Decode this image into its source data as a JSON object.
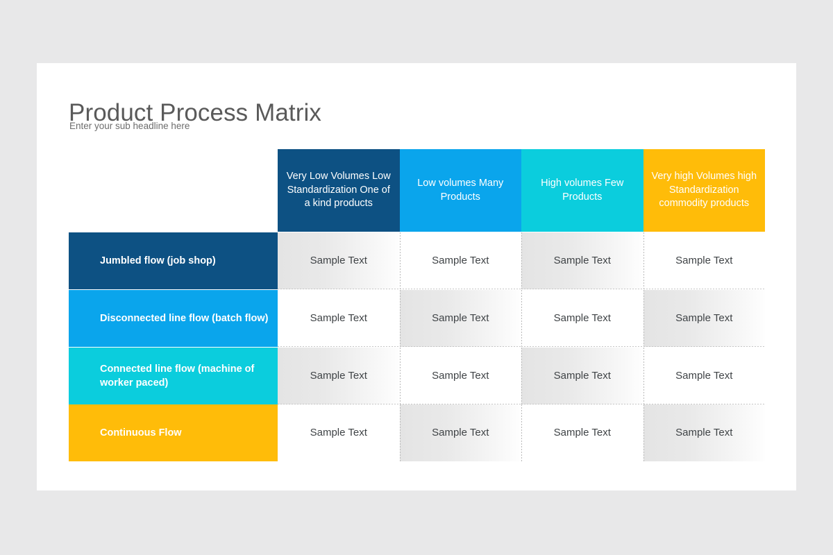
{
  "slide": {
    "title": "Product Process Matrix",
    "subtitle": "Enter your sub headline here",
    "background_color": "#e8e8e9",
    "card_color": "#ffffff"
  },
  "matrix": {
    "type": "table",
    "column_headers": [
      {
        "label": "Very Low Volumes Low Standardization One of a kind products",
        "color": "#0d5183"
      },
      {
        "label": "Low volumes Many Products",
        "color": "#0aa5ec"
      },
      {
        "label": "High volumes Few Products",
        "color": "#0bcddd"
      },
      {
        "label": "Very high Volumes high Standardization commodity products",
        "color": "#ffbc09"
      }
    ],
    "row_headers": [
      {
        "label": "Jumbled flow (job shop)",
        "color": "#0d5183"
      },
      {
        "label": "Disconnected line flow (batch flow)",
        "color": "#0aa5ec"
      },
      {
        "label": "Connected line flow (machine of worker paced)",
        "color": "#0bcddd"
      },
      {
        "label": "Continuous Flow",
        "color": "#ffbc09"
      }
    ],
    "cells": [
      [
        "Sample Text",
        "Sample Text",
        "Sample Text",
        "Sample Text"
      ],
      [
        "Sample Text",
        "Sample Text",
        "Sample Text",
        "Sample Text"
      ],
      [
        "Sample Text",
        "Sample Text",
        "Sample Text",
        "Sample Text"
      ],
      [
        "Sample Text",
        "Sample Text",
        "Sample Text",
        "Sample Text"
      ]
    ],
    "shading_pattern": [
      [
        true,
        false,
        true,
        false
      ],
      [
        false,
        true,
        false,
        true
      ],
      [
        true,
        false,
        true,
        false
      ],
      [
        false,
        true,
        false,
        true
      ]
    ]
  }
}
